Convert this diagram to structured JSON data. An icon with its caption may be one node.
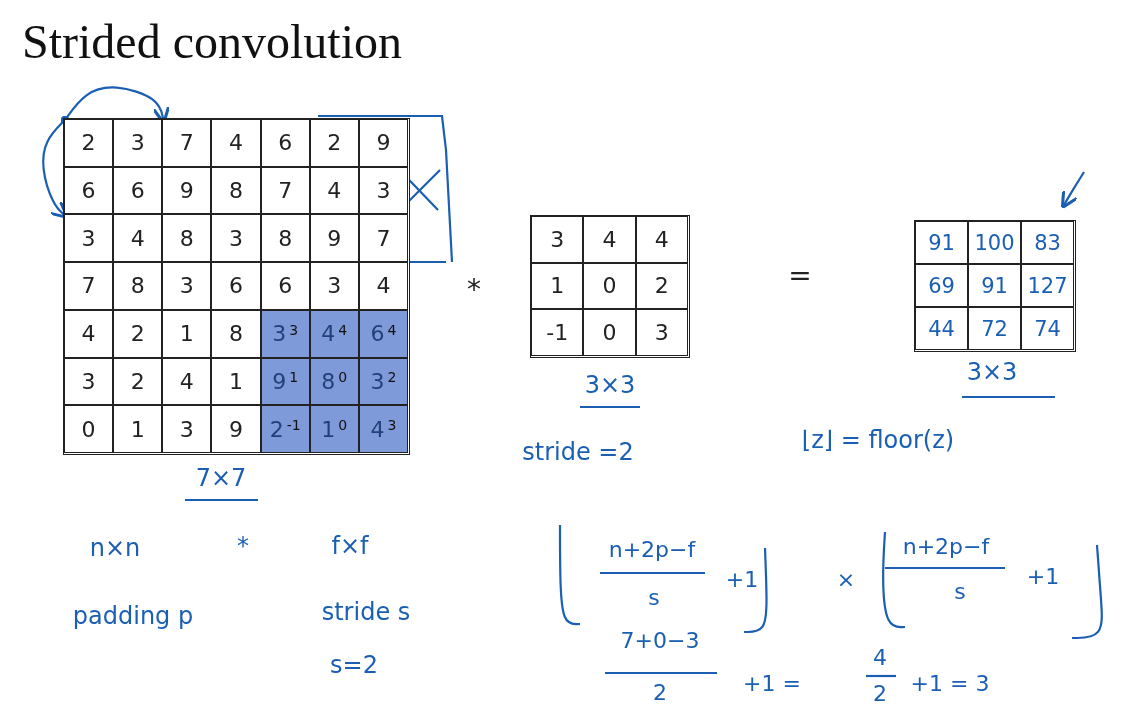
{
  "diagram": {
    "title": "Strided convolution",
    "nodes": [
      {
        "text": [],
        "shape": "box"
      },
      {
        "text": [
          "2"
        ],
        "in": 0
      },
      {
        "text": [
          "3"
        ],
        "in": 0
      },
      {
        "text": [
          "7"
        ],
        "in": 0
      },
      {
        "text": [
          "4"
        ],
        "in": 0
      },
      {
        "text": [
          "6"
        ],
        "in": 0
      },
      {
        "text": [
          "2"
        ],
        "in": 0
      },
      {
        "text": [
          "9"
        ],
        "in": 0
      },
      {
        "text": [
          "6"
        ],
        "in": 0
      },
      {
        "text": [
          "6"
        ],
        "in": 0
      },
      {
        "text": [
          "9"
        ],
        "in": 0
      },
      {
        "text": [
          "8"
        ],
        "in": 0
      },
      {
        "text": [
          "7"
        ],
        "in": 0
      },
      {
        "text": [
          "4"
        ],
        "in": 0
      },
      {
        "text": [
          "3"
        ],
        "in": 0
      },
      {
        "text": [
          "3"
        ],
        "in": 0
      },
      {
        "text": [
          "4"
        ],
        "in": 0
      },
      {
        "text": [
          "8"
        ],
        "in": 0
      },
      {
        "text": [
          "3"
        ],
        "in": 0
      },
      {
        "text": [
          "8"
        ],
        "in": 0
      },
      {
        "text": [
          "9"
        ],
        "in": 0
      },
      {
        "text": [
          "7"
        ],
        "in": 0
      },
      {
        "text": [
          "7"
        ],
        "in": 0
      },
      {
        "text": [
          "8"
        ],
        "in": 0
      },
      {
        "text": [
          "3"
        ],
        "in": 0
      },
      {
        "text": [
          "6"
        ],
        "in": 0
      },
      {
        "text": [
          "6"
        ],
        "in": 0
      },
      {
        "text": [
          "3"
        ],
        "in": 0
      },
      {
        "text": [
          "4"
        ],
        "in": 0
      },
      {
        "text": [
          "4"
        ],
        "in": 0
      },
      {
        "text": [
          "2"
        ],
        "in": 0
      },
      {
        "text": [
          "1"
        ],
        "in": 0
      },
      {
        "text": [
          "8"
        ],
        "in": 0
      },
      {
        "text": [
          "3$^{3}$"
        ],
        "in": 0
      },
      {
        "text": [
          "4$^{4}$"
        ],
        "in": 0
      },
      {
        "text": [
          "6$^{4}$"
        ],
        "in": 0
      },
      {
        "text": [
          "3"
        ],
        "in": 0
      },
      {
        "text": [
          "2"
        ],
        "in": 0
      },
      {
        "text": [
          "4"
        ],
        "in": 0
      },
      {
        "text": [
          "1"
        ],
        "in": 0
      },
      {
        "text": [
          "9$^{1}$"
        ],
        "in": 0
      },
      {
        "text": [
          "8$^{0}$"
        ],
        "in": 0
      },
      {
        "text": [
          "3$^{2}$"
        ],
        "in": 0
      },
      {
        "text": [
          "0"
        ],
        "in": 0
      },
      {
        "text": [
          "1"
        ],
        "in": 0
      },
      {
        "text": [
          "3"
        ],
        "in": 0
      },
      {
        "text": [
          "9"
        ],
        "in": 0
      },
      {
        "text": [
          "2$^{-1}$"
        ],
        "in": 0
      },
      {
        "text": [
          "1$^{0}$"
        ],
        "in": 0
      },
      {
        "text": [
          "4$^{3}$"
        ],
        "in": 0
      },
      {
        "text": [],
        "shape": "box"
      },
      {
        "text": [
          "3"
        ],
        "in": 50
      },
      {
        "text": [
          "4"
        ],
        "in": 50
      },
      {
        "text": [
          "4"
        ],
        "in": 50
      },
      {
        "text": [
          "1"
        ],
        "in": 50
      },
      {
        "text": [
          "0"
        ],
        "in": 50
      },
      {
        "text": [
          "2"
        ],
        "in": 50
      },
      {
        "text": [
          "-1"
        ],
        "in": 50
      },
      {
        "text": [
          "0"
        ],
        "in": 50
      },
      {
        "text": [
          "3"
        ],
        "in": 50
      },
      {
        "text": [],
        "shape": "box"
      },
      {
        "text": [
          "91"
        ],
        "in": 60
      },
      {
        "text": [
          "100"
        ],
        "in": 60
      },
      {
        "text": [
          "83"
        ],
        "in": 60
      },
      {
        "text": [
          "69"
        ],
        "in": 60
      },
      {
        "text": [
          "91"
        ],
        "in": 60
      },
      {
        "text": [
          "127"
        ],
        "in": 60
      },
      {
        "text": [
          "44"
        ],
        "in": 60
      },
      {
        "text": [
          "72"
        ],
        "in": 60
      },
      {
        "text": [
          "74"
        ],
        "in": 60
      }
    ],
    "edges": [
      {
        "from": 1,
        "to": 3,
        "arrow": "to"
      },
      {
        "from": 1,
        "to": 15,
        "arrow": "to"
      }
    ],
    "labels": [
      "*",
      "=",
      "7×7",
      "3×3",
      "3×3",
      "stride =2",
      "⌊z⌋ = floor(z)",
      "n×n",
      "*",
      "f×f",
      "padding p",
      "stride s",
      "s=2",
      "n+2p−f",
      "s",
      "+1",
      "×",
      "n+2p−f",
      "s",
      "+1",
      "7+0−3",
      "2",
      "+1 =",
      "4",
      "2",
      "+1 = 3"
    ]
  }
}
